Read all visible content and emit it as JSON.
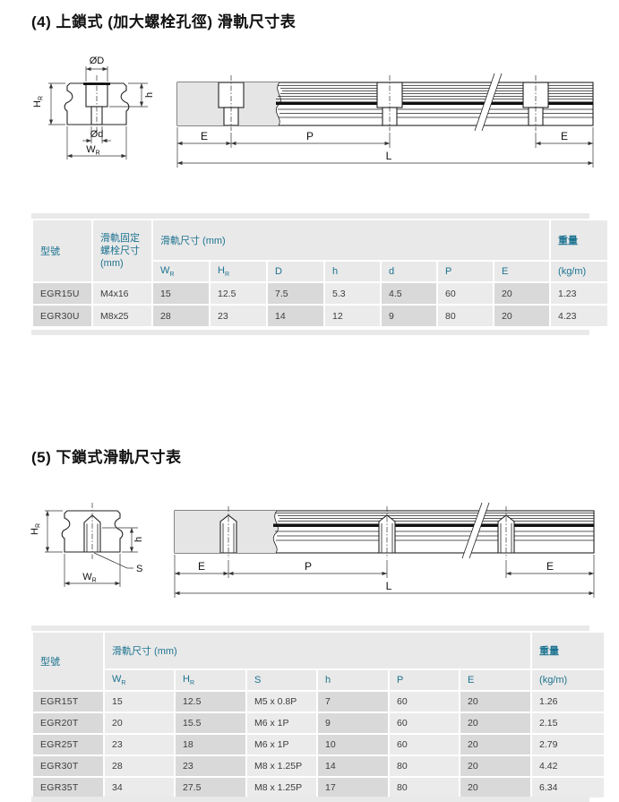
{
  "colors": {
    "header_text_teal": "#1d7390",
    "cell_dark": "#d9d9d9",
    "cell_light": "#ebebeb",
    "header_bg": "#e9e9e9",
    "diagram_gray": "#e5e5e5"
  },
  "section4": {
    "title": "(4) 上鎖式 (加大螺栓孔徑) 滑軌尺寸表",
    "diagram": {
      "cross_labels": {
        "dia_D": "ØD",
        "dia_d": "Ød",
        "h": "h",
        "H_base": "H",
        "H_sub": "R",
        "W_base": "W",
        "W_sub": "R"
      },
      "side_labels": {
        "E_left": "E",
        "P": "P",
        "E_right": "E",
        "L": "L"
      }
    },
    "table": {
      "col_model": "型號",
      "col_bolt_l1": "滑軌固定",
      "col_bolt_l2": "螺栓尺寸",
      "col_bolt_l3": "(mm)",
      "col_rail_dims": "滑軌尺寸 (mm)",
      "col_weight": "重量",
      "col_weight_unit": "(kg/m)",
      "subcols": [
        {
          "base": "W",
          "sub": "R"
        },
        {
          "base": "H",
          "sub": "R"
        },
        {
          "base": "D"
        },
        {
          "base": "h"
        },
        {
          "base": "d"
        },
        {
          "base": "P"
        },
        {
          "base": "E"
        }
      ],
      "rows": [
        {
          "model": "EGR15U",
          "bolt": "M4x16",
          "values": [
            "15",
            "12.5",
            "7.5",
            "5.3",
            "4.5",
            "60",
            "20"
          ],
          "weight": "1.23"
        },
        {
          "model": "EGR30U",
          "bolt": "M8x25",
          "values": [
            "28",
            "23",
            "14",
            "12",
            "9",
            "80",
            "20"
          ],
          "weight": "4.23"
        }
      ]
    }
  },
  "section5": {
    "title": "(5) 下鎖式滑軌尺寸表",
    "diagram": {
      "cross_labels": {
        "S": "S",
        "h": "h",
        "H_base": "H",
        "H_sub": "R",
        "W_base": "W",
        "W_sub": "R"
      },
      "side_labels": {
        "E_left": "E",
        "P": "P",
        "E_right": "E",
        "L": "L"
      }
    },
    "table": {
      "col_model": "型號",
      "col_rail_dims": "滑軌尺寸 (mm)",
      "col_weight": "重量",
      "col_weight_unit": "(kg/m)",
      "subcols": [
        {
          "base": "W",
          "sub": "R"
        },
        {
          "base": "H",
          "sub": "R"
        },
        {
          "base": "S"
        },
        {
          "base": "h"
        },
        {
          "base": "P"
        },
        {
          "base": "E"
        }
      ],
      "rows": [
        {
          "model": "EGR15T",
          "values": [
            "15",
            "12.5",
            "M5 x 0.8P",
            "7",
            "60",
            "20"
          ],
          "weight": "1.26"
        },
        {
          "model": "EGR20T",
          "values": [
            "20",
            "15.5",
            "M6 x 1P",
            "9",
            "60",
            "20"
          ],
          "weight": "2.15"
        },
        {
          "model": "EGR25T",
          "values": [
            "23",
            "18",
            "M6 x 1P",
            "10",
            "60",
            "20"
          ],
          "weight": "2.79"
        },
        {
          "model": "EGR30T",
          "values": [
            "28",
            "23",
            "M8 x 1.25P",
            "14",
            "80",
            "20"
          ],
          "weight": "4.42"
        },
        {
          "model": "EGR35T",
          "values": [
            "34",
            "27.5",
            "M8 x 1.25P",
            "17",
            "80",
            "20"
          ],
          "weight": "6.34"
        }
      ]
    }
  }
}
